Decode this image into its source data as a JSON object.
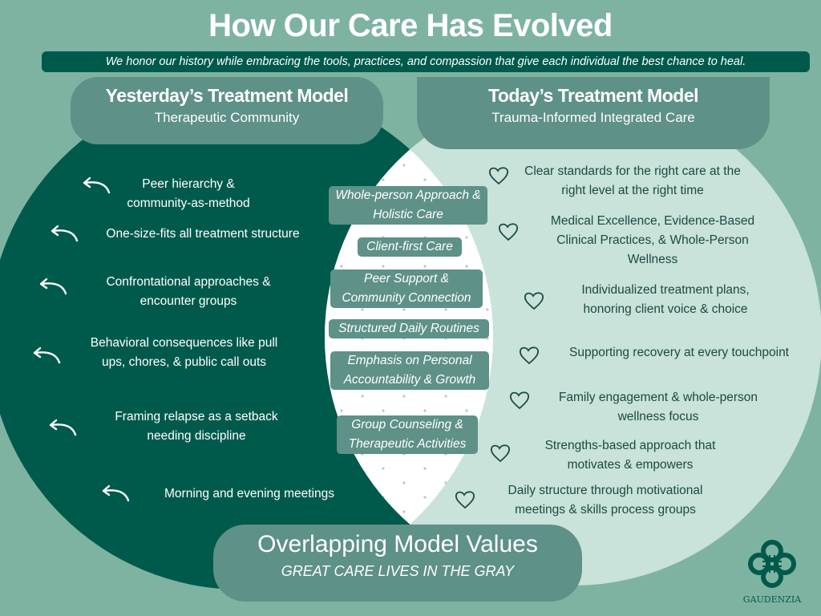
{
  "title": "How Our Care Has Evolved",
  "subtitle": "We honor our history while embracing the tools, practices, and compassion that give each individual the best chance to heal.",
  "left": {
    "heading": "Yesterday’s Treatment Model",
    "subheading": "Therapeutic Community",
    "items": [
      "Peer hierarchy & community-as-method",
      "One-size-fits all treatment structure",
      "Confrontational approaches & encounter groups",
      "Behavioral consequences like pull ups, chores, & public call outs",
      "Framing relapse as a setback needing discipline",
      "Morning and evening meetings"
    ]
  },
  "right": {
    "heading": "Today’s Treatment Model",
    "subheading": "Trauma-Informed Integrated Care",
    "items": [
      "Clear standards for the right care at the right level at the right time",
      "Medical Excellence, Evidence-Based Clinical Practices, & Whole-Person Wellness",
      "Individualized treatment plans, honoring client voice & choice",
      "Supporting recovery at every touchpoint",
      "Family engagement & whole-person wellness focus",
      "Strengths-based approach that motivates & empowers",
      "Daily structure through motivational meetings & skills process groups"
    ]
  },
  "overlap": {
    "items": [
      "Whole-person Approach & Holistic Care",
      "Client-first Care",
      "Peer Support & Community Connection",
      "Structured Daily Routines",
      "Emphasis on Personal Accountability & Growth",
      "Group Counseling & Therapeutic Activities"
    ],
    "heading": "Overlapping Model Values",
    "subheading": "GREAT CARE LIVES IN THE GRAY"
  },
  "logo": {
    "text": "GAUDENZIA"
  },
  "colors": {
    "background": "#7fb3a1",
    "dark": "#005a4c",
    "light": "#c9e2da",
    "accent": "#5e9188"
  }
}
